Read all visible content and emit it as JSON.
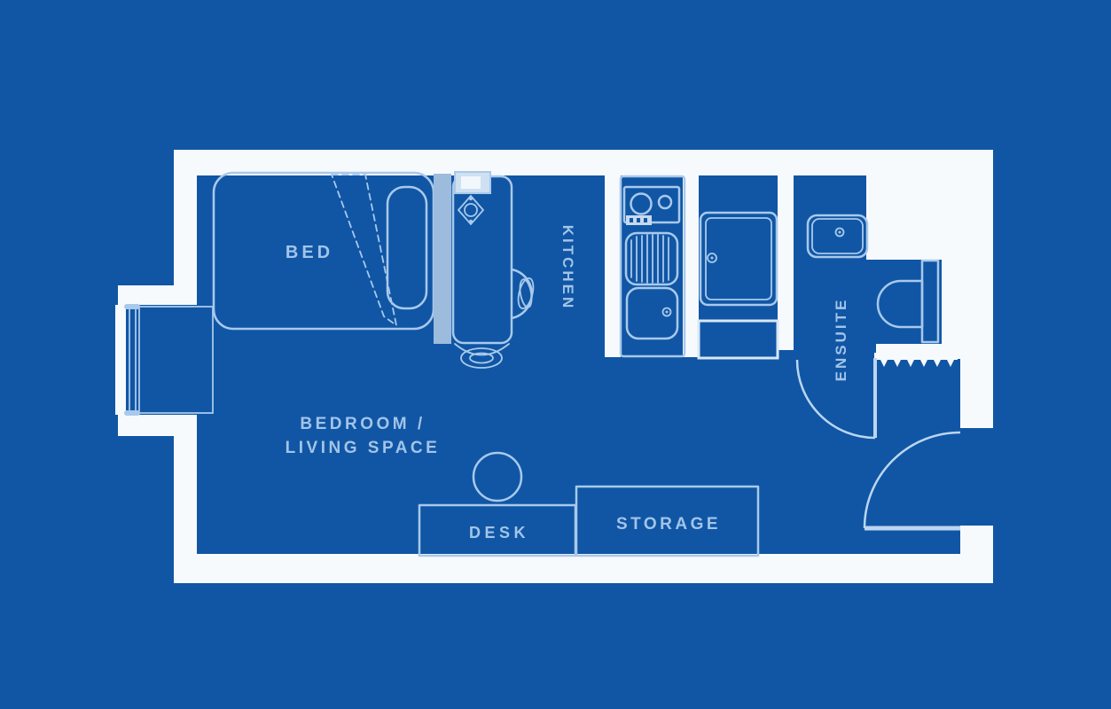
{
  "plan": {
    "background_color": "#1056A5",
    "wall_color": "#F7FAFD",
    "fixture_line_color": "#A9C9EB",
    "label_color": "#A3C4E8",
    "wardrobe_fill_color": "#9DBBDD",
    "labels": {
      "bed": "BED",
      "kitchen": "KITCHEN",
      "ensuite": "ENSUITE",
      "living_line1": "BEDROOM /",
      "living_line2": "LIVING SPACE",
      "desk": "DESK",
      "storage": "STORAGE"
    },
    "fixtures": [
      "bed",
      "pillow",
      "duvet",
      "wardrobe",
      "wardrobe-knob",
      "wall-panel",
      "pendant-ornament",
      "window-bay",
      "kitchen-counter",
      "stove",
      "drainer",
      "kitchen-sink",
      "shower-tray",
      "under-shower-unit",
      "washbasin",
      "toilet",
      "radiator",
      "ensuite-door",
      "entrance-door",
      "desk",
      "desk-stool",
      "storage-unit"
    ]
  }
}
